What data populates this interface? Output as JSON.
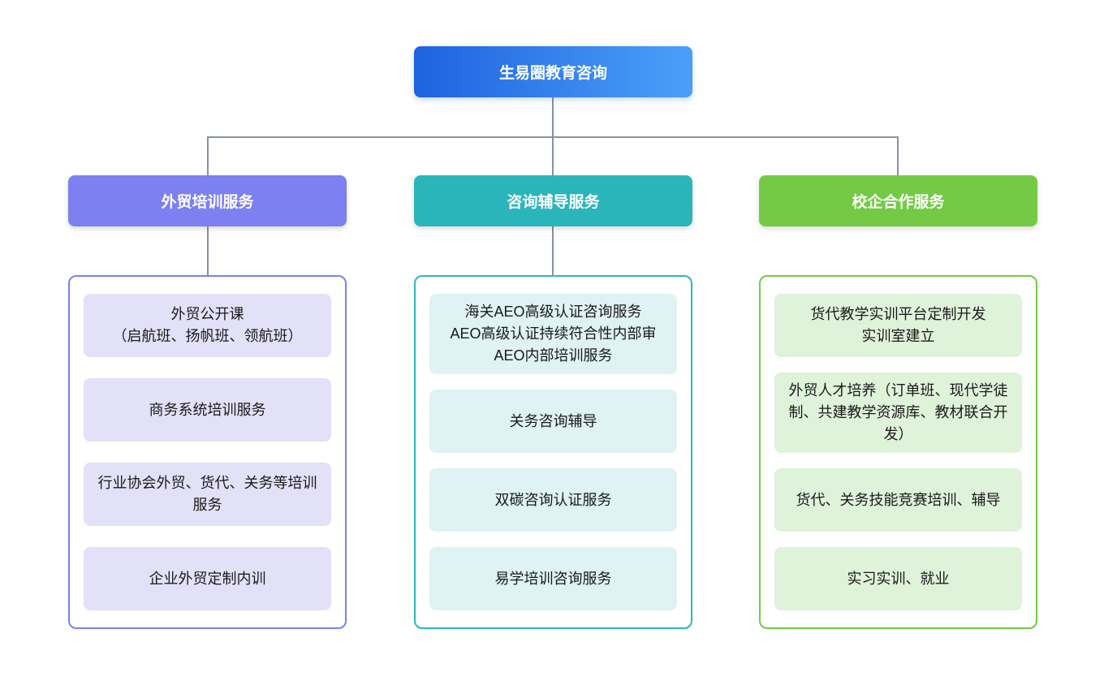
{
  "root": {
    "label": "生易圈教育咨询"
  },
  "branches": [
    {
      "label": "外贸培训服务",
      "theme_color": "#7C80F0",
      "item_bg_color": "#E3E1F8",
      "items": [
        "外贸公开课\n（启航班、扬帆班、领航班）",
        "商务系统培训服务",
        "行业协会外贸、货代、关务等培训服务",
        "企业外贸定制内训"
      ]
    },
    {
      "label": "咨询辅导服务",
      "theme_color": "#2AB5BB",
      "item_bg_color": "#DFF2F4",
      "items": [
        "海关AEO高级认证咨询服务\nAEO高级认证持续符合性内部审\nAEO内部培训服务",
        "关务咨询辅导",
        "双碳咨询认证服务",
        "易学培训咨询服务"
      ]
    },
    {
      "label": "校企合作服务",
      "theme_color": "#74CA45",
      "item_bg_color": "#DFF2DA",
      "items": [
        "货代教学实训平台定制开发\n实训室建立",
        "外贸人才培养（订单班、现代学徒制、共建教学资源库、教材联合开发）",
        "货代、关务技能竞赛培训、辅导",
        "实习实训、就业"
      ]
    }
  ],
  "root_gradient": [
    "#1E63E0",
    "#4B9FF8"
  ],
  "connector_color": "#8792A0"
}
